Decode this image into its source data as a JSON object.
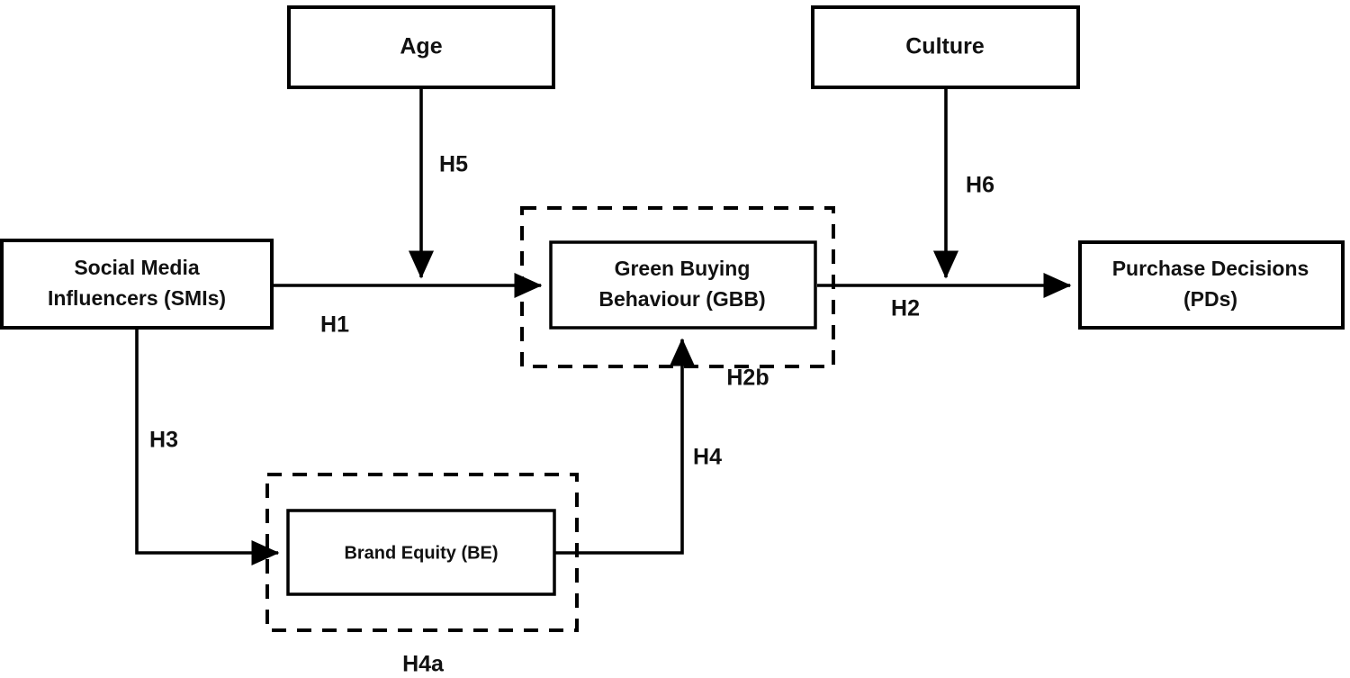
{
  "diagram": {
    "type": "conceptual-research-model",
    "background_color": "#ffffff",
    "line_color": "#000000",
    "text_color": "#111111",
    "nodes": [
      {
        "id": "age",
        "label": "Age",
        "shape": "rectangle",
        "border": "solid"
      },
      {
        "id": "culture",
        "label": "Culture",
        "shape": "rectangle",
        "border": "solid"
      },
      {
        "id": "smi",
        "label_line1": "Social Media",
        "label_line2": "Influencers (SMIs)",
        "shape": "rectangle",
        "border": "solid"
      },
      {
        "id": "gbb",
        "label_line1": "Green Buying",
        "label_line2": "Behaviour (GBB)",
        "shape": "rectangle",
        "border": "solid"
      },
      {
        "id": "pd",
        "label_line1": "Purchase Decisions",
        "label_line2": "(PDs)",
        "shape": "rectangle",
        "border": "solid"
      },
      {
        "id": "be",
        "label": "Brand Equity (BE)",
        "shape": "rectangle",
        "border": "solid"
      }
    ],
    "mediation_groups": [
      {
        "id": "gbb-group",
        "wraps": "gbb",
        "border": "dashed",
        "label": "H2b"
      },
      {
        "id": "be-group",
        "wraps": "be",
        "border": "dashed",
        "label": "H4a"
      }
    ],
    "edges": [
      {
        "id": "h1",
        "label": "H1",
        "from": "smi",
        "to": "gbb",
        "arrow": true
      },
      {
        "id": "h2",
        "label": "H2",
        "from": "gbb",
        "to": "pd",
        "arrow": true
      },
      {
        "id": "h3",
        "label": "H3",
        "from": "smi",
        "to": "be",
        "arrow": true
      },
      {
        "id": "h4",
        "label": "H4",
        "from": "be",
        "to": "gbb",
        "arrow": true
      },
      {
        "id": "h5",
        "label": "H5",
        "from": "age",
        "to": "h1-path",
        "arrow": true
      },
      {
        "id": "h6",
        "label": "H6",
        "from": "culture",
        "to": "h2-path",
        "arrow": true
      }
    ]
  }
}
